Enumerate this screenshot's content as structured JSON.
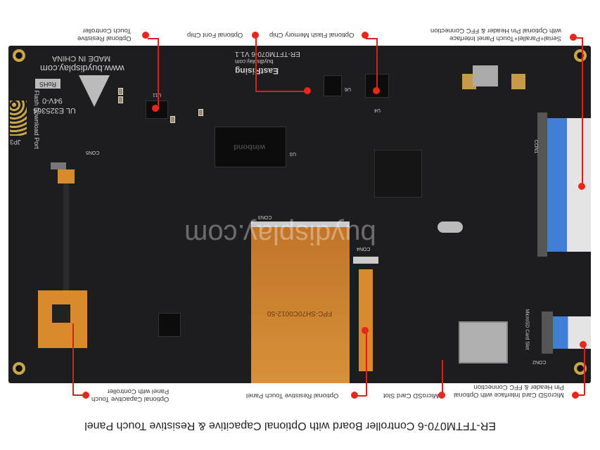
{
  "title": "ER-TFTM070-6 Controller Board with Optional Capacitive & Resistive Touch Panel",
  "callouts": {
    "resistive_controller": [
      "Optional Resistive",
      "Touch Controller"
    ],
    "font_chip": [
      "Optional Font Chip"
    ],
    "flash_chip": [
      "Optional Flash Memory Chip"
    ],
    "serial_interface": [
      "Serial+Parallel+Touch Panel Interface",
      "with Optional Pin Header & FFC Connection"
    ],
    "capacitive_panel": [
      "Optional Capacitive Touch",
      "Panel with Controller"
    ],
    "resistive_panel": [
      "Optional Resistive Touch Panel"
    ],
    "microsd_slot": [
      "MicroSD Card Slot"
    ],
    "microsd_interface": [
      "MicroSD Card Interface with Optional",
      "Pin Header & FFC Connection"
    ]
  },
  "silkscreen": {
    "made_in": "MADE IN CHINA",
    "website": "www.buydisplay.com",
    "rohs": "RoHS",
    "ul_rating": "94V-0",
    "ul_number": "UL E325364",
    "flash_port": "Flash Download Port",
    "jp3": "JP3",
    "model": "ER-TFTM070-6 V1.1",
    "brand_site": "buydisplay.com",
    "brand": "EastRising",
    "fpc": "FPC-SH70C0012-50",
    "sd_slot": "MicroSD Card Slot",
    "con1": "CON1",
    "con2": "CON2",
    "con3": "CON3",
    "con4": "CON4",
    "con5": "CON5",
    "u3": "U3",
    "u4": "U4",
    "u6": "U6",
    "u11": "U11",
    "ram_brand": "winbond",
    "watermark": "buydisplay.com"
  },
  "colors": {
    "accent": "#e8261b",
    "board": "#1d1d1f",
    "fpc": "#d98a2a",
    "ribbon": "#3f7fd6"
  }
}
